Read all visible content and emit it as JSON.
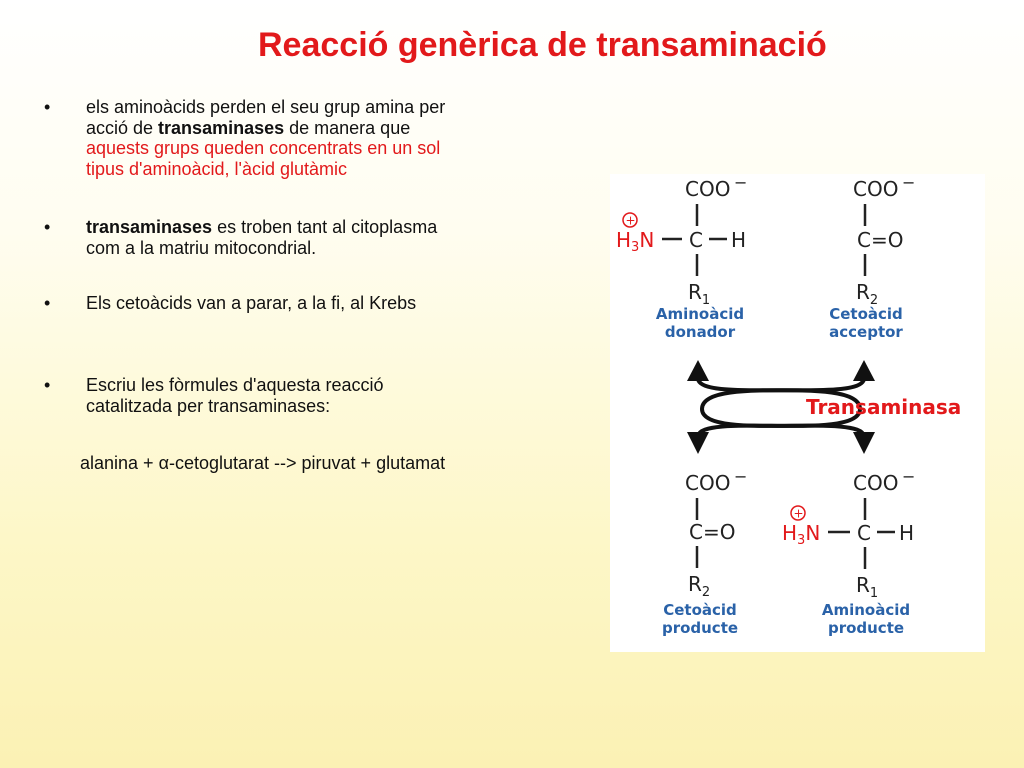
{
  "slide": {
    "title": "Reacció genèrica de transaminació",
    "bullet_char": "•",
    "bullets": [
      {
        "line1": "els aminoàcids perden el seu grup amina per",
        "line2_a": "acció de ",
        "line2_bold": "transaminases",
        "line2_b": " de manera que",
        "line3_red": "aquests grups queden concentrats en un sol",
        "line4_red": "tipus d'aminoàcid, l'àcid glutàmic"
      },
      {
        "line1_bold": "transaminases",
        "line1_b": " es troben tant al citoplasma",
        "line2": "com a la matriu mitocondrial."
      },
      {
        "line1": "Els cetoàcids van a parar, a la fi, al Krebs"
      },
      {
        "line1": "Escriu les fòrmules d'aquesta reacció",
        "line2": "catalitzada per transaminases:"
      }
    ],
    "reaction": "alanina + α-cetoglutarat --> piruvat + glutamat"
  },
  "figure": {
    "coo": "COO",
    "minus": "−",
    "c": "C",
    "h": "H",
    "co": "C=O",
    "h3n_h": "H",
    "h3n_sub": "3",
    "h3n_n": "N",
    "plus": "+",
    "r": "R",
    "sub1": "1",
    "sub2": "2",
    "enzyme": "Transaminasa",
    "label_tl_1": "Aminoàcid",
    "label_tl_2": "donador",
    "label_tr_1": "Cetoàcid",
    "label_tr_2": "acceptor",
    "label_bl_1": "Cetoàcid",
    "label_bl_2": "producte",
    "label_br_1": "Aminoàcid",
    "label_br_2": "producte",
    "colors": {
      "red": "#e2191b",
      "blue": "#2a62a8",
      "black": "#222222"
    }
  }
}
